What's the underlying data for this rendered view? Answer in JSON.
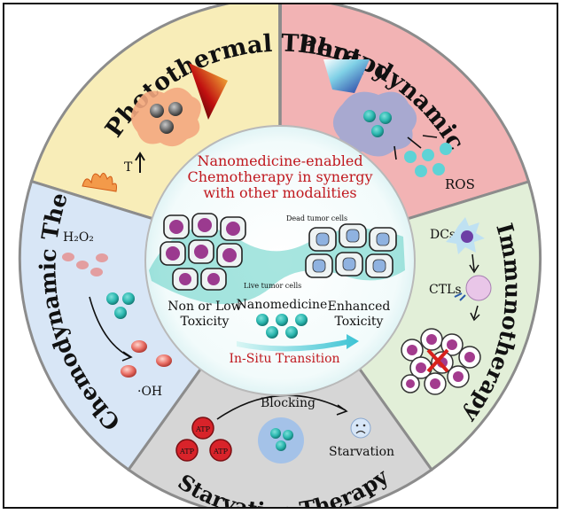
{
  "segments": {
    "photothermal": {
      "title": "Photothermal Therapy",
      "temp_label": "T"
    },
    "photodynamic": {
      "title": "Photodynamic Therapy",
      "ros_label": "ROS"
    },
    "immuno": {
      "title": "Immunotherapy",
      "dcs_label": "DCs",
      "ctls_label": "CTLs"
    },
    "starvation": {
      "title": "Starvation Therapy",
      "blocking_label": "Blocking",
      "starvation_label": "Starvation",
      "atp_label": "ATP"
    },
    "chemodynamic": {
      "title": "Chemodynamic Therapy",
      "h2o2_label": "H₂O₂",
      "oh_label": "·OH"
    }
  },
  "center": {
    "heading_line1": "Nanomedicine-enabled",
    "heading_line2": "Chemotherapy in synergy",
    "heading_line3": "with other modalities",
    "dead_cells_label": "Dead tumor cells",
    "live_cells_label": "Live tumor cells",
    "left_caption_line1": "Non or Low",
    "left_caption_line2": "Toxicity",
    "right_caption_line1": "Enhanced",
    "right_caption_line2": "Toxicity",
    "nanomedicine_label": "Nanomedicine",
    "transition_label": "In-Situ Transition"
  },
  "colors": {
    "photothermal_bg": "#f8edb8",
    "photodynamic_bg": "#f2b3b4",
    "immuno_bg": "#e2efd8",
    "starvation_bg": "#d6d6d6",
    "chemodynamic_bg": "#d8e6f6",
    "accent_red": "#c0181e",
    "nanoparticle": "#2cb8b0"
  }
}
